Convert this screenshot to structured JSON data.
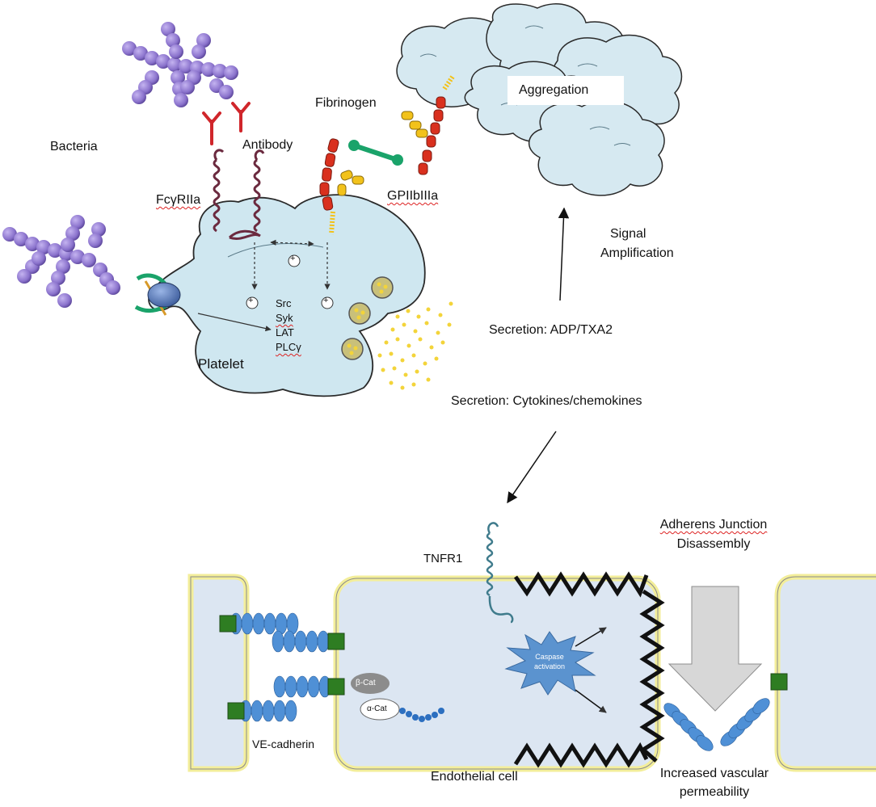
{
  "labels": {
    "bacteria": "Bacteria",
    "antibody": "Antibody",
    "fcgrIIa": "FcγRIIa",
    "fibrinogen": "Fibrinogen",
    "gpiibiiia": "GPIIbIIIa",
    "aggregation": "Aggregation",
    "signal_amplification_1": "Signal",
    "signal_amplification_2": "Amplification",
    "secretion_adp": "Secretion: ADP/TXA2",
    "secretion_cytokines": "Secretion: Cytokines/chemokines",
    "platelet": "Platelet",
    "src": "Src",
    "syk": "Syk",
    "lat": "LAT",
    "plcy": "PLCγ",
    "tnfr1": "TNFR1",
    "adherens_1": "Adherens Junction",
    "adherens_2": "Disassembly",
    "caspase_1": "Caspase",
    "caspase_2": "activation",
    "beta_cat": "β-Cat",
    "alpha_cat": "α-Cat",
    "ve_cadherin": "VE-cadherin",
    "endothelial": "Endothelial cell",
    "permeability_1": "Increased vascular",
    "permeability_2": "permeability"
  },
  "colors": {
    "cell_fill": "#cfe7f0",
    "cloud_fill": "#d6e9f1",
    "endothelial_fill": "#dce6f2",
    "endothelial_border": "#f3ee9a",
    "bacteria": "#8f78cf",
    "antibody": "#d0262b",
    "receptor": "#6b2a3f",
    "gp_red": "#d9301e",
    "gp_yellow": "#f2c21b",
    "fibrinogen_link": "#1aa36a",
    "cadherin": "#4f90d6",
    "junction_square": "#2e7d22",
    "caspase": "#5b93cf",
    "arrow_block": "#d7d7d7",
    "granule_dot": "#f3d43a"
  },
  "symbols": {
    "plus": "+"
  }
}
